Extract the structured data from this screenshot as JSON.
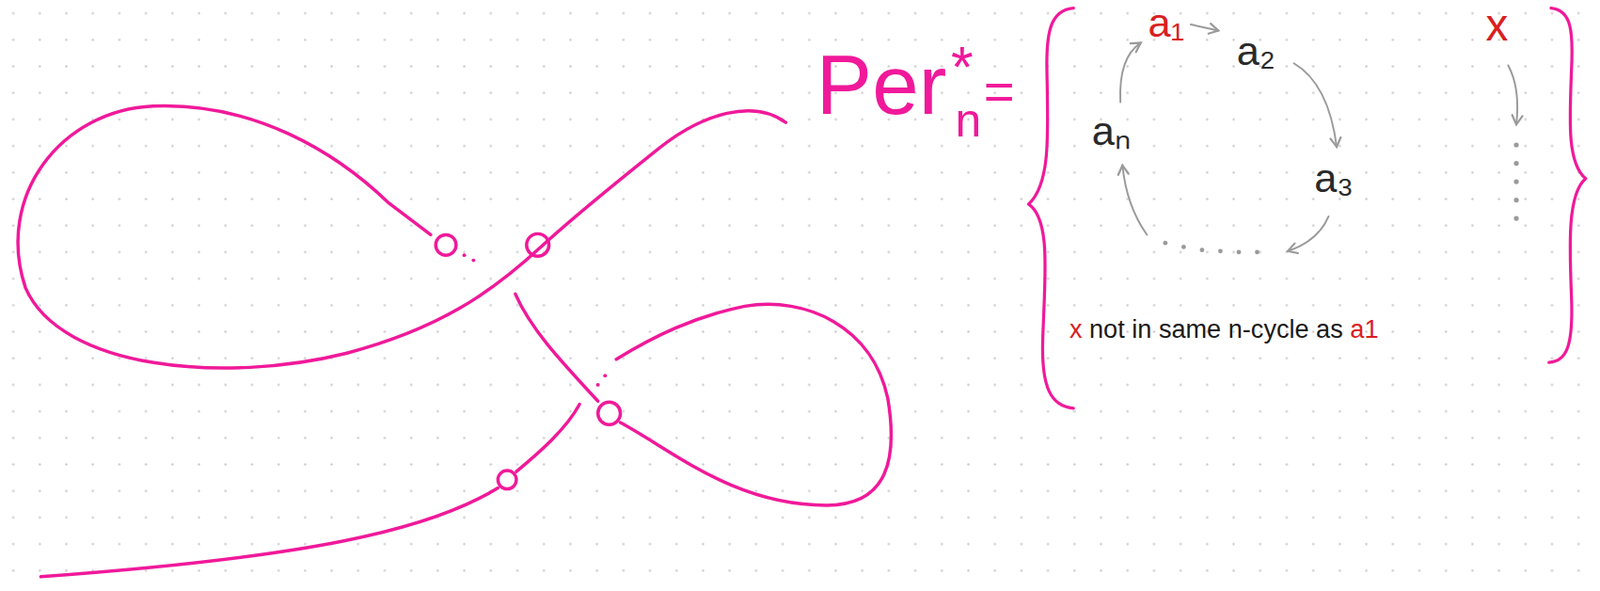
{
  "diagram": {
    "labels": [
      "Per",
      "*",
      "n",
      "=",
      "a₁",
      "a₂",
      "a₃",
      "aₙ",
      "x",
      "x",
      "not in same n-cycle as",
      "a1"
    ]
  }
}
